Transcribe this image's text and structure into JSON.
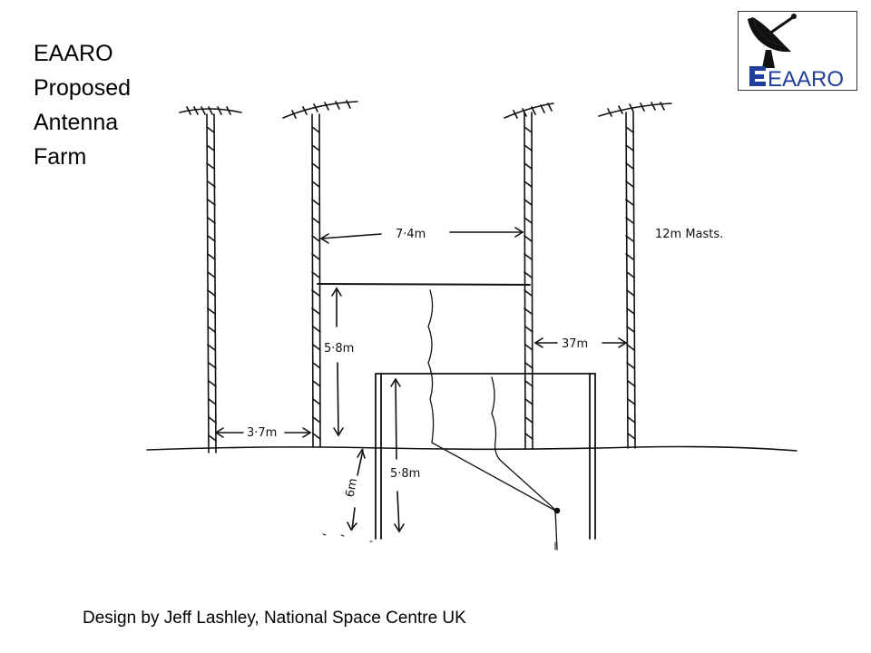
{
  "title": {
    "line1": "EAARO",
    "line2": "Proposed",
    "line3": "Antenna",
    "line4": "Farm"
  },
  "logo": {
    "text": "EAARO",
    "icon": "satellite-dish-icon",
    "accent_color": "#1f3f9a",
    "dark_color": "#111111"
  },
  "sketch": {
    "dim_mast_spacing": "7·4m",
    "dim_left_gap": "3·7m",
    "dim_right_gap": "37m",
    "dim_frame_height": "5·8m",
    "dim_box_height": "5·8m",
    "dim_depth": "6m",
    "mast_note": "12m  Masts."
  },
  "caption": "Design by Jeff Lashley, National Space Centre UK"
}
